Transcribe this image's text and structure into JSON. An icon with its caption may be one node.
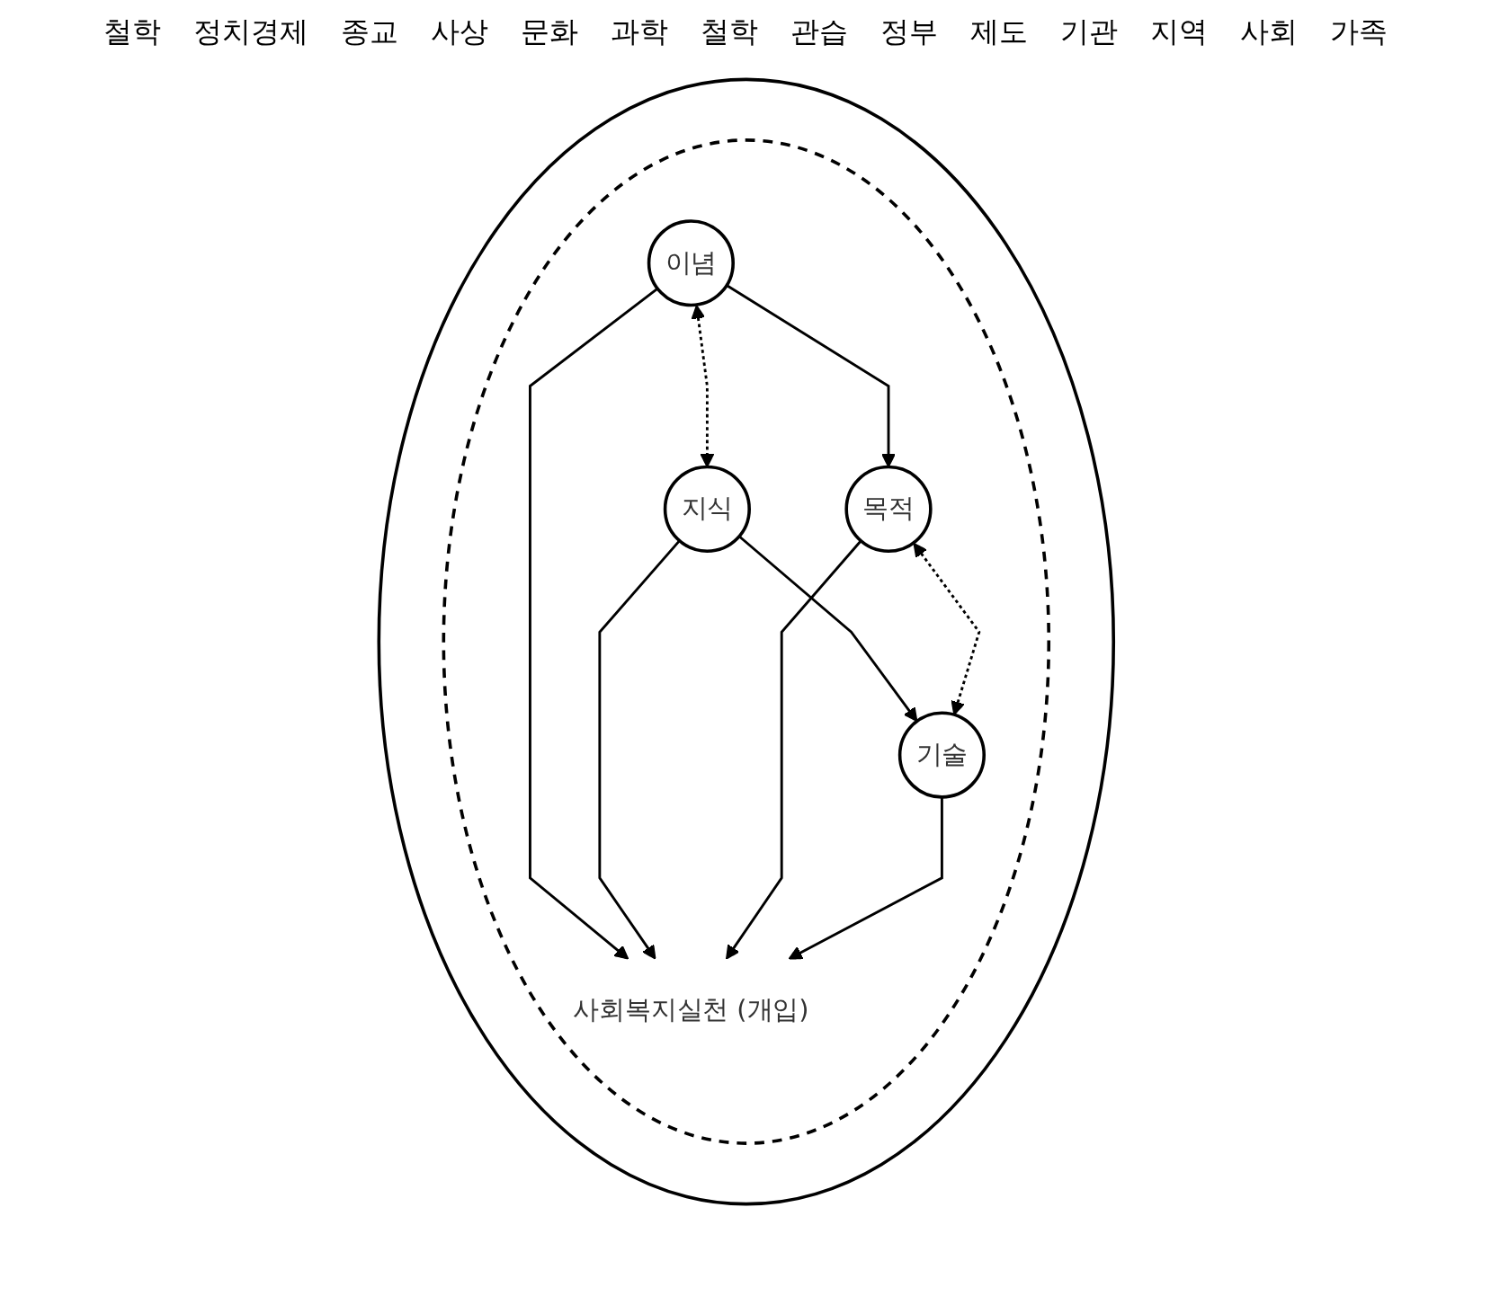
{
  "diagram": {
    "nodes": [
      {
        "text": [],
        "shape": "ellipse"
      },
      {
        "text": [],
        "shape": "ellipse",
        "in": 0
      },
      {
        "text": [
          "이념"
        ],
        "in": 1
      },
      {
        "text": [
          "지식"
        ],
        "in": 1
      },
      {
        "text": [
          "사회복지실천 (개입)"
        ],
        "in": 1
      },
      {
        "text": [
          "목적"
        ],
        "in": 1
      },
      {
        "text": [
          "기술"
        ],
        "in": 1
      }
    ],
    "edges": [
      {
        "from": 2,
        "to": 3,
        "arrow": "both",
        "style": "dashed"
      },
      {
        "from": 2,
        "to": 4,
        "arrow": "to"
      },
      {
        "from": 3,
        "to": 4,
        "arrow": "to"
      },
      {
        "from": 2,
        "to": 5,
        "arrow": "to"
      },
      {
        "from": 3,
        "to": 6,
        "arrow": "to"
      },
      {
        "from": 5,
        "to": 4,
        "arrow": "to"
      },
      {
        "from": 6,
        "to": 4,
        "arrow": "to"
      },
      {
        "from": 5,
        "to": 6,
        "arrow": "both",
        "style": "dashed"
      }
    ],
    "labels": [
      "철학",
      "정치경제",
      "종교",
      "사상",
      "문화",
      "과학",
      "철학",
      "관습",
      "정부",
      "제도",
      "기관",
      "지역",
      "사회",
      "가족"
    ]
  }
}
